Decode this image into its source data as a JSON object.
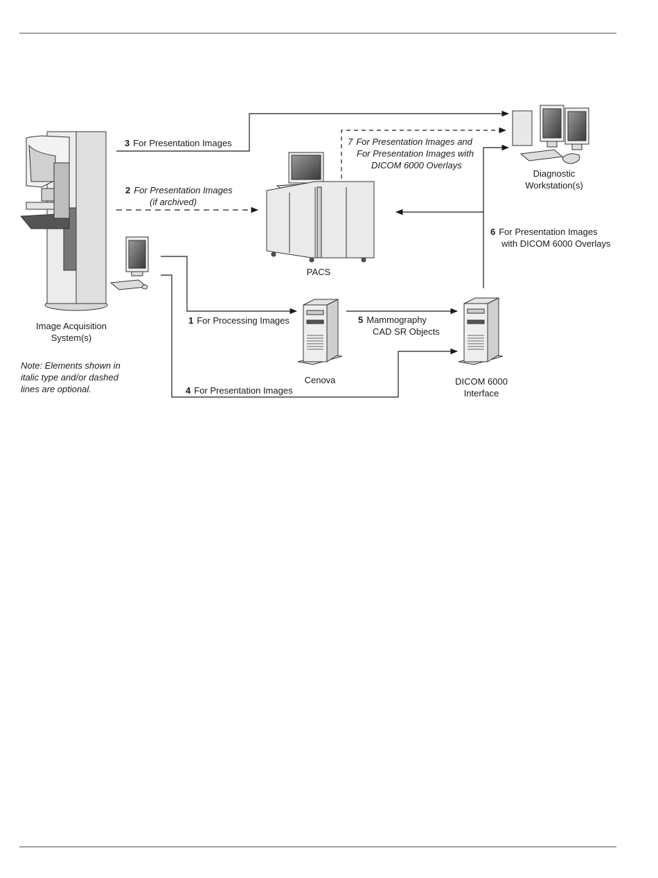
{
  "nodes": {
    "acquisition": "Image Acquisition\nSystem(s)",
    "pacs": "PACS",
    "cenova": "Cenova",
    "dicom": "DICOM 6000\nInterface",
    "workstation": "Diagnostic\nWorkstation(s)"
  },
  "flows": {
    "f1": {
      "num": "1",
      "text": "For Processing Images"
    },
    "f2": {
      "num": "2",
      "text": "For Presentation Images",
      "sub": "(if archived)"
    },
    "f3": {
      "num": "3",
      "text": "For Presentation Images"
    },
    "f4": {
      "num": "4",
      "text": "For Presentation Images"
    },
    "f5": {
      "num": "5",
      "text": "Mammography",
      "sub": "CAD SR Objects"
    },
    "f6": {
      "num": "6",
      "text": "For Presentation Images",
      "sub": "with DICOM 6000 Overlays"
    },
    "f7": {
      "num": "7",
      "text": "For Presentation Images and",
      "sub": "For Presentation Images with",
      "sub2": "DICOM 6000 Overlays"
    }
  },
  "note": "Note: Elements shown in\nitalic type and/or dashed\nlines are optional.",
  "colors": {
    "line": "#1a1a1a",
    "device_fill": "#e8e8e8",
    "device_dark": "#7a7a7a",
    "screen": "#4a4a4a"
  }
}
